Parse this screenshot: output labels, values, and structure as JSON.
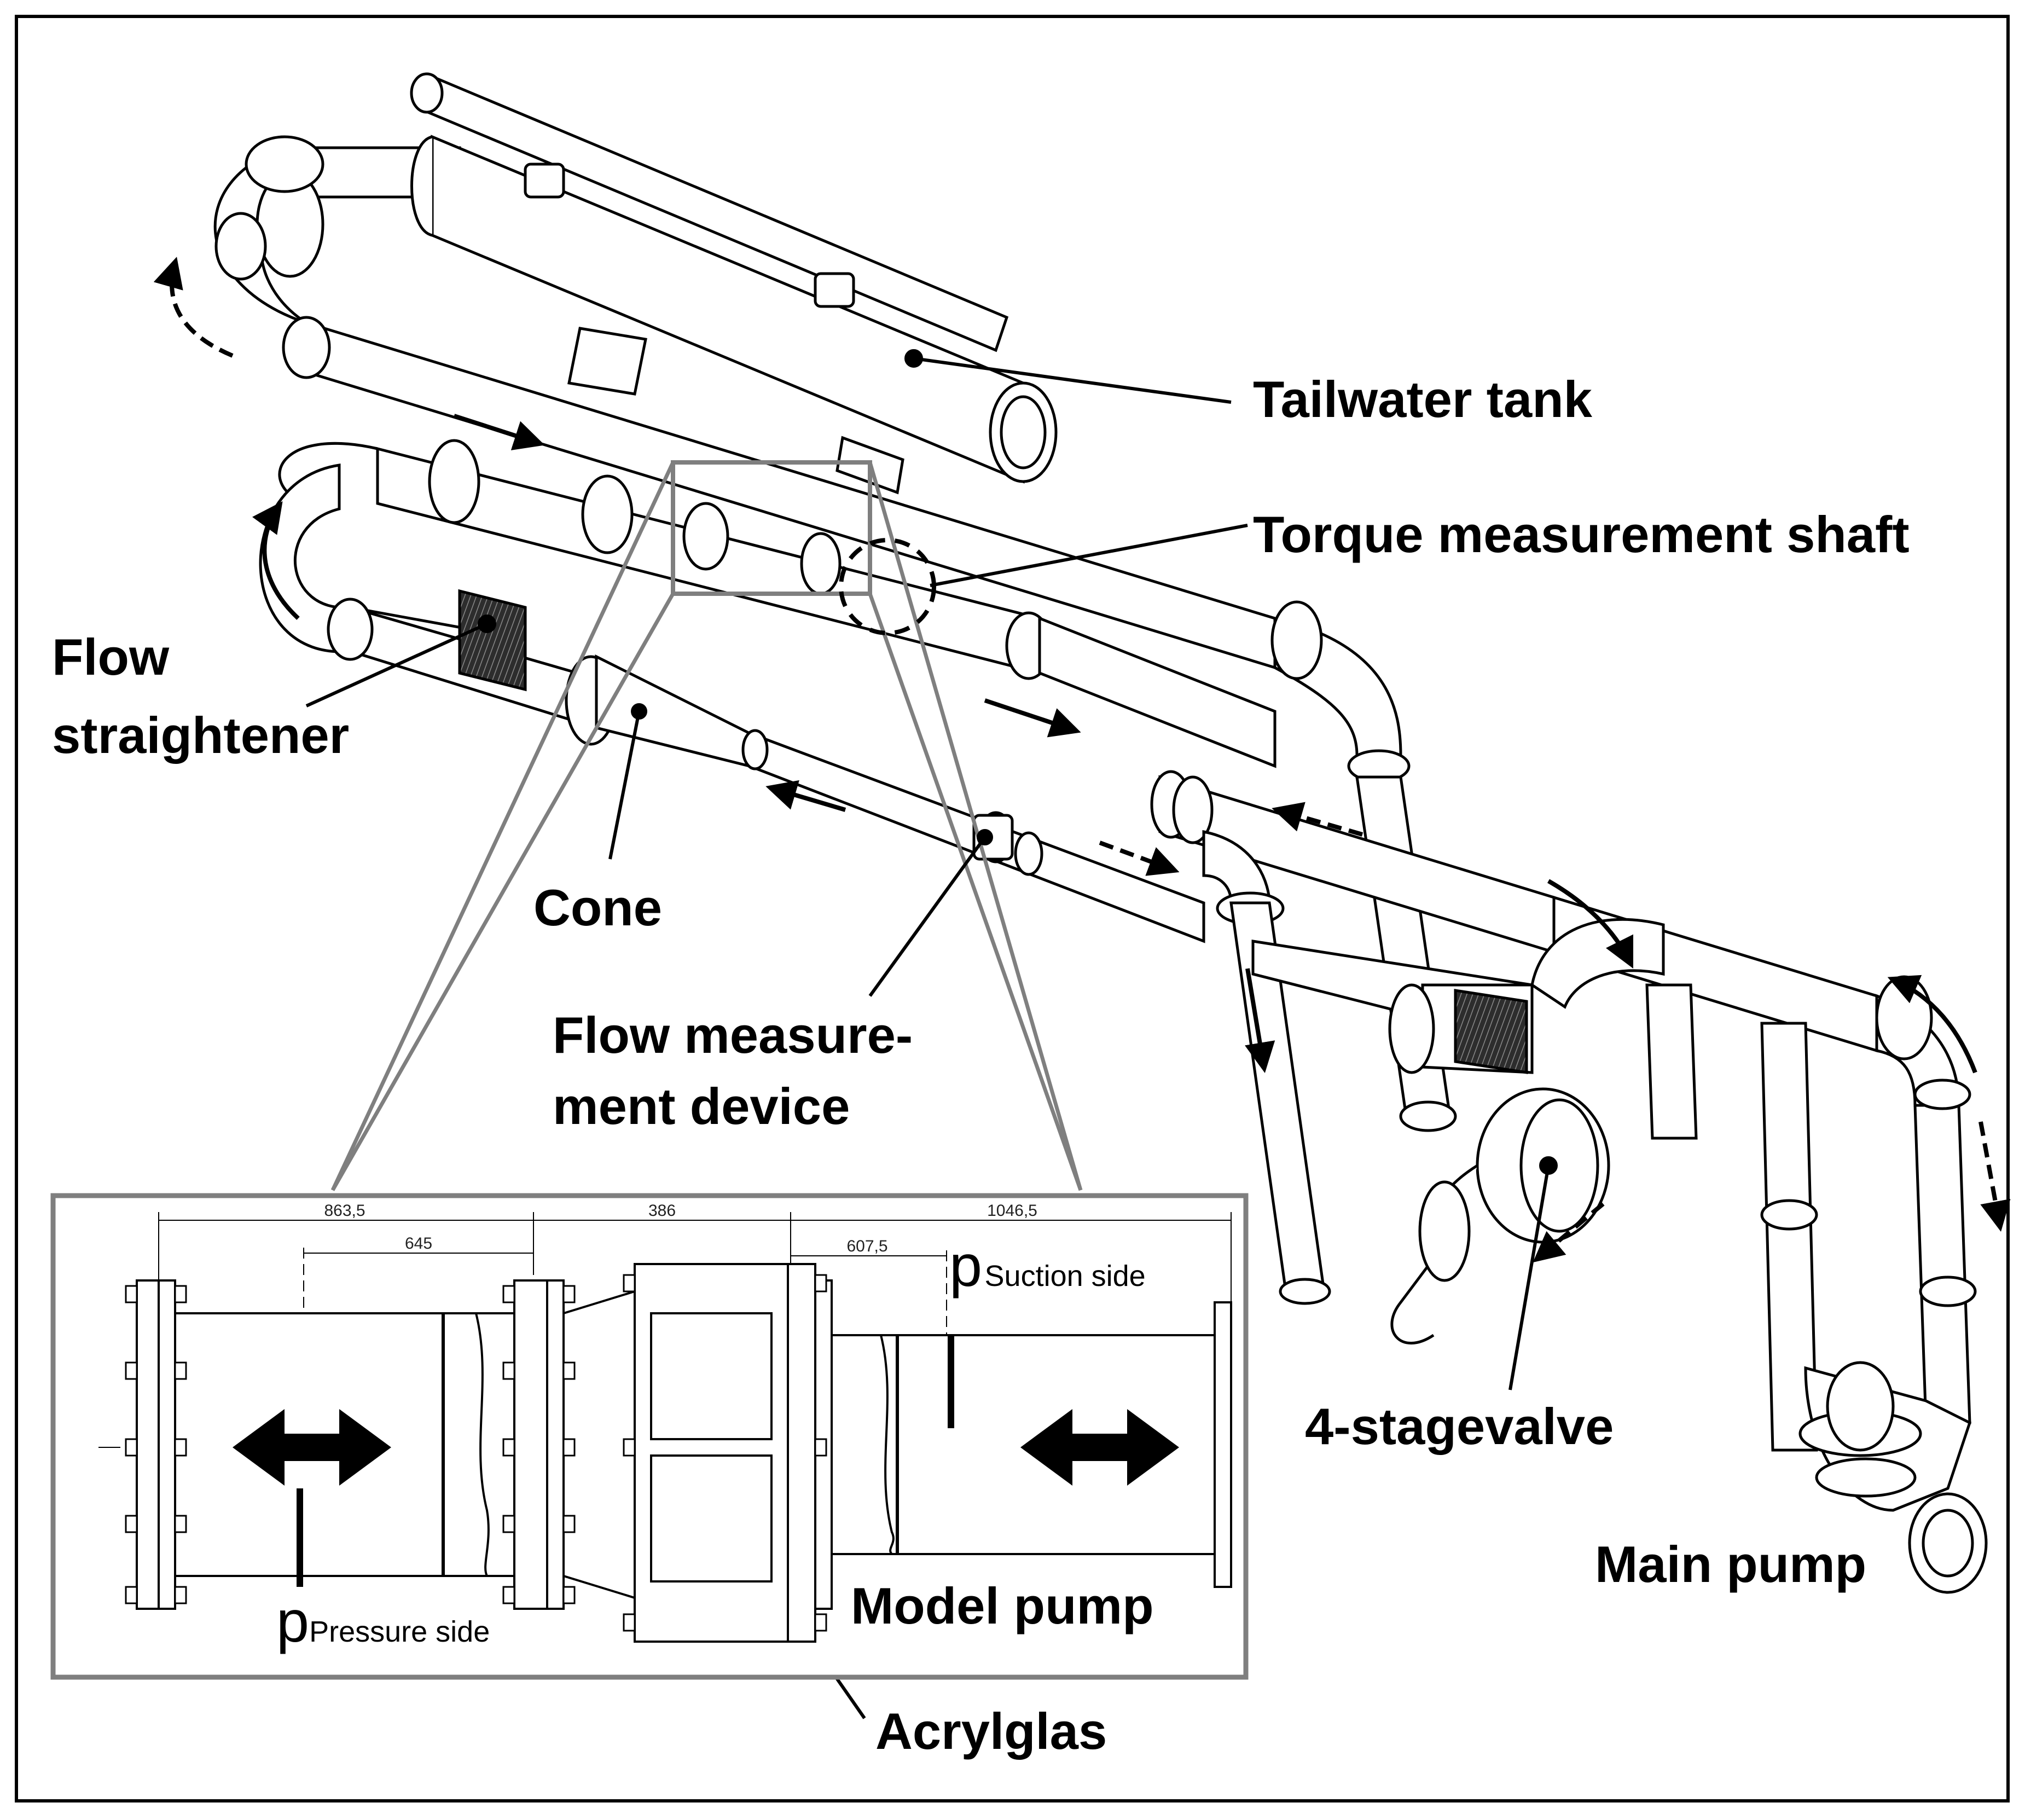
{
  "labels": {
    "tailwater_tank": "Tailwater tank",
    "torque_shaft": "Torque measurement shaft",
    "flow_straightener_1": "Flow",
    "flow_straightener_2": "straightener",
    "cone": "Cone",
    "flow_measurement_1": "Flow measure-",
    "flow_measurement_2": "ment device",
    "valve": "4-stagevalve",
    "main_pump": "Main pump",
    "model_pump": "Model pump",
    "acrylglas": "Acrylglas"
  },
  "inset": {
    "dimensions": {
      "d1": "863,5",
      "d2": "645",
      "d3": "386",
      "d4": "607,5",
      "d5": "1046,5"
    },
    "pressure_symbol": "p",
    "pressure_subscript": "Pressure side",
    "suction_symbol": "p",
    "suction_subscript": "Suction side"
  },
  "colors": {
    "line": "#000000",
    "inset_border": "#7f7f7f",
    "pipe_fill": "#ffffff",
    "straightener_fill": "#3a3a3a"
  }
}
